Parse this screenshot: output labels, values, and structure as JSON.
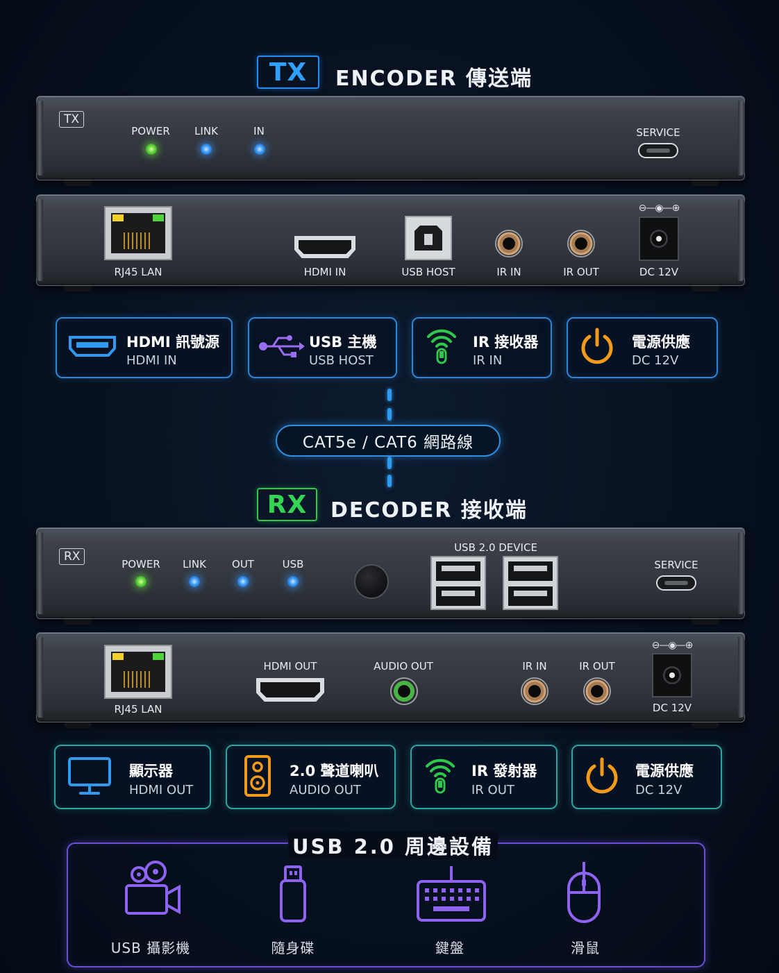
{
  "tx_header": {
    "badge": "TX",
    "title": "ENCODER 傳送端",
    "badge_color": "#1c8fff"
  },
  "tx_front": {
    "unit_tag": "TX",
    "leds": [
      {
        "label": "POWER",
        "color": "green"
      },
      {
        "label": "LINK",
        "color": "blue"
      },
      {
        "label": "IN",
        "color": "blue"
      }
    ],
    "service_label": "SERVICE"
  },
  "tx_back": {
    "ports": [
      "RJ45 LAN",
      "HDMI IN",
      "USB HOST",
      "IR IN",
      "IR OUT",
      "DC 12V"
    ],
    "polarity": "⊖—◉—⊕"
  },
  "tx_cards": [
    {
      "title": "HDMI 訊號源",
      "subtitle": "HDMI IN",
      "icon": "hdmi-icon"
    },
    {
      "title": "USB 主機",
      "subtitle": "USB HOST",
      "icon": "usb-icon"
    },
    {
      "title": "IR 接收器",
      "subtitle": "IR IN",
      "icon": "ir-receiver-icon"
    },
    {
      "title": "電源供應",
      "subtitle": "DC 12V",
      "icon": "power-icon"
    }
  ],
  "cable": {
    "label": "CAT5e / CAT6 網路線"
  },
  "rx_header": {
    "badge": "RX",
    "title": "DECODER 接收端",
    "badge_color": "#2ec94a"
  },
  "rx_front": {
    "unit_tag": "RX",
    "leds": [
      {
        "label": "POWER",
        "color": "green"
      },
      {
        "label": "LINK",
        "color": "blue"
      },
      {
        "label": "OUT",
        "color": "blue"
      },
      {
        "label": "USB",
        "color": "blue"
      }
    ],
    "usb_device_label": "USB 2.0 DEVICE",
    "service_label": "SERVICE"
  },
  "rx_back": {
    "ports": [
      "RJ45 LAN",
      "HDMI OUT",
      "AUDIO OUT",
      "IR IN",
      "IR OUT",
      "DC 12V"
    ],
    "polarity": "⊖—◉—⊕"
  },
  "rx_cards": [
    {
      "title": "顯示器",
      "subtitle": "HDMI OUT",
      "icon": "monitor-icon"
    },
    {
      "title": "2.0 聲道喇叭",
      "subtitle": "AUDIO OUT",
      "icon": "speaker-icon"
    },
    {
      "title": "IR 發射器",
      "subtitle": "IR OUT",
      "icon": "ir-emitter-icon"
    },
    {
      "title": "電源供應",
      "subtitle": "DC 12V",
      "icon": "power-icon"
    }
  ],
  "usb_peripherals": {
    "title": "USB 2.0 周邊設備",
    "items": [
      {
        "label": "USB 攝影機",
        "icon": "camera-icon"
      },
      {
        "label": "隨身碟",
        "icon": "flash-drive-icon"
      },
      {
        "label": "鍵盤",
        "icon": "keyboard-icon"
      },
      {
        "label": "滑鼠",
        "icon": "mouse-icon"
      }
    ]
  }
}
